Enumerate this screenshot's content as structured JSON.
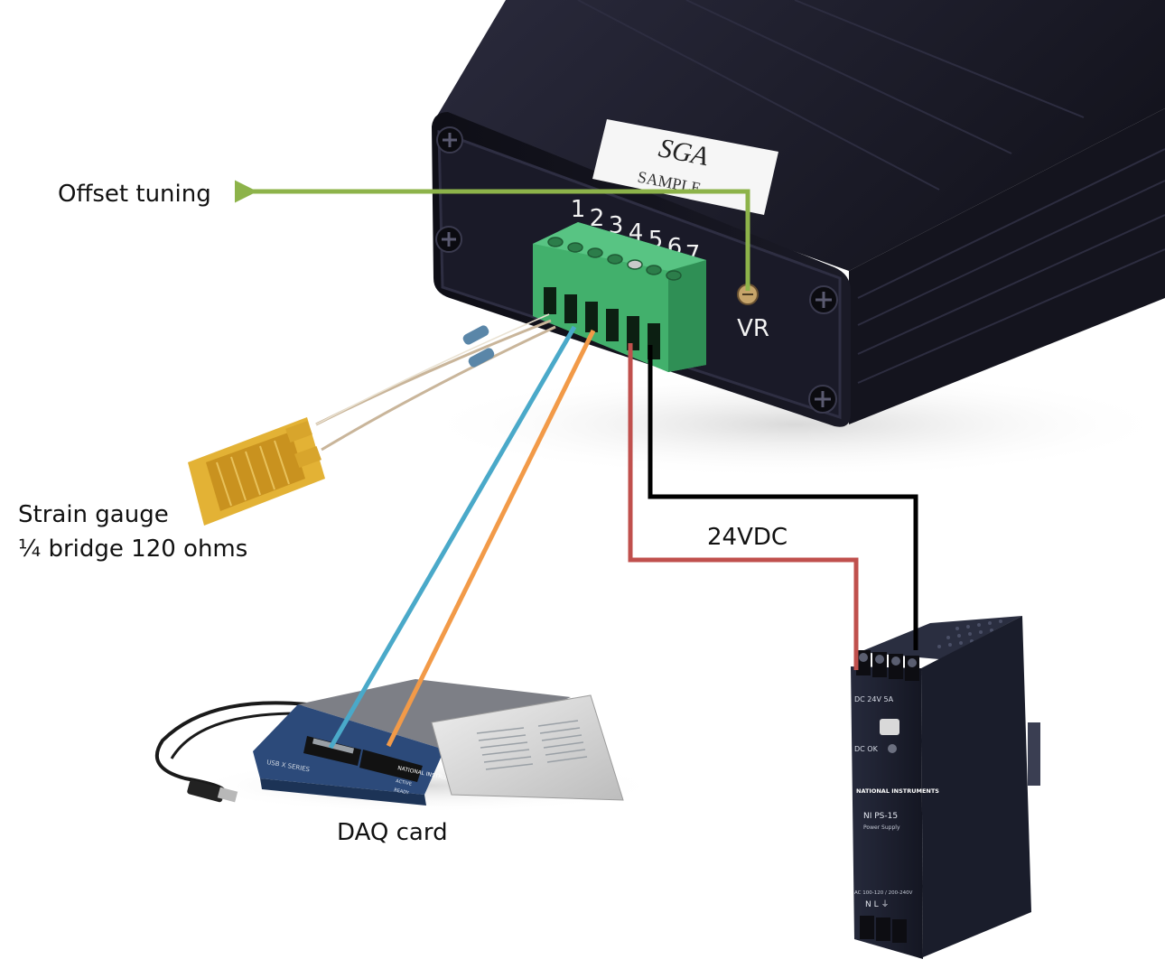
{
  "callouts": {
    "offset_tuning": "Offset tuning",
    "strain_gauge_line1": "Strain gauge",
    "strain_gauge_line2": "¼ bridge 120 ohms",
    "supply_voltage": "24VDC",
    "daq_card": "DAQ card"
  },
  "amplifier": {
    "label_line1": "SGA",
    "label_line2": "SAMPLE",
    "terminal_numbers": [
      "1",
      "2",
      "3",
      "4",
      "5",
      "6",
      "7"
    ],
    "trimmer_label": "VR"
  },
  "daq_device": {
    "brand": "NATIONAL INSTRUMENTS",
    "series": "USB X SERIES",
    "led_active": "ACTIVE",
    "led_ready": "READY"
  },
  "power_supply": {
    "output_rating": "DC 24V 5A",
    "status_label": "DC OK",
    "brand": "NATIONAL INSTRUMENTS",
    "model": "NI PS-15",
    "model_sub": "Power Supply",
    "input_rating": "AC 100-120 / 200-240V",
    "input_terminals": "N  L  ⏚"
  },
  "colors": {
    "offset_arrow": "#8db34a",
    "signal_wire_1": "#4aa9c9",
    "signal_wire_2": "#f29a48",
    "supply_positive_wire": "#c0504d",
    "supply_negative_wire": "#000000",
    "amplifier_body": "#1c1c2a",
    "terminal_block": "#3fae6a",
    "strain_gauge": "#e3b235",
    "power_supply_body": "#1f2232",
    "daq_body": "#2c4a7a"
  },
  "icons": [
    "screw-icon",
    "arrow-left-icon",
    "usb-plug-icon"
  ]
}
